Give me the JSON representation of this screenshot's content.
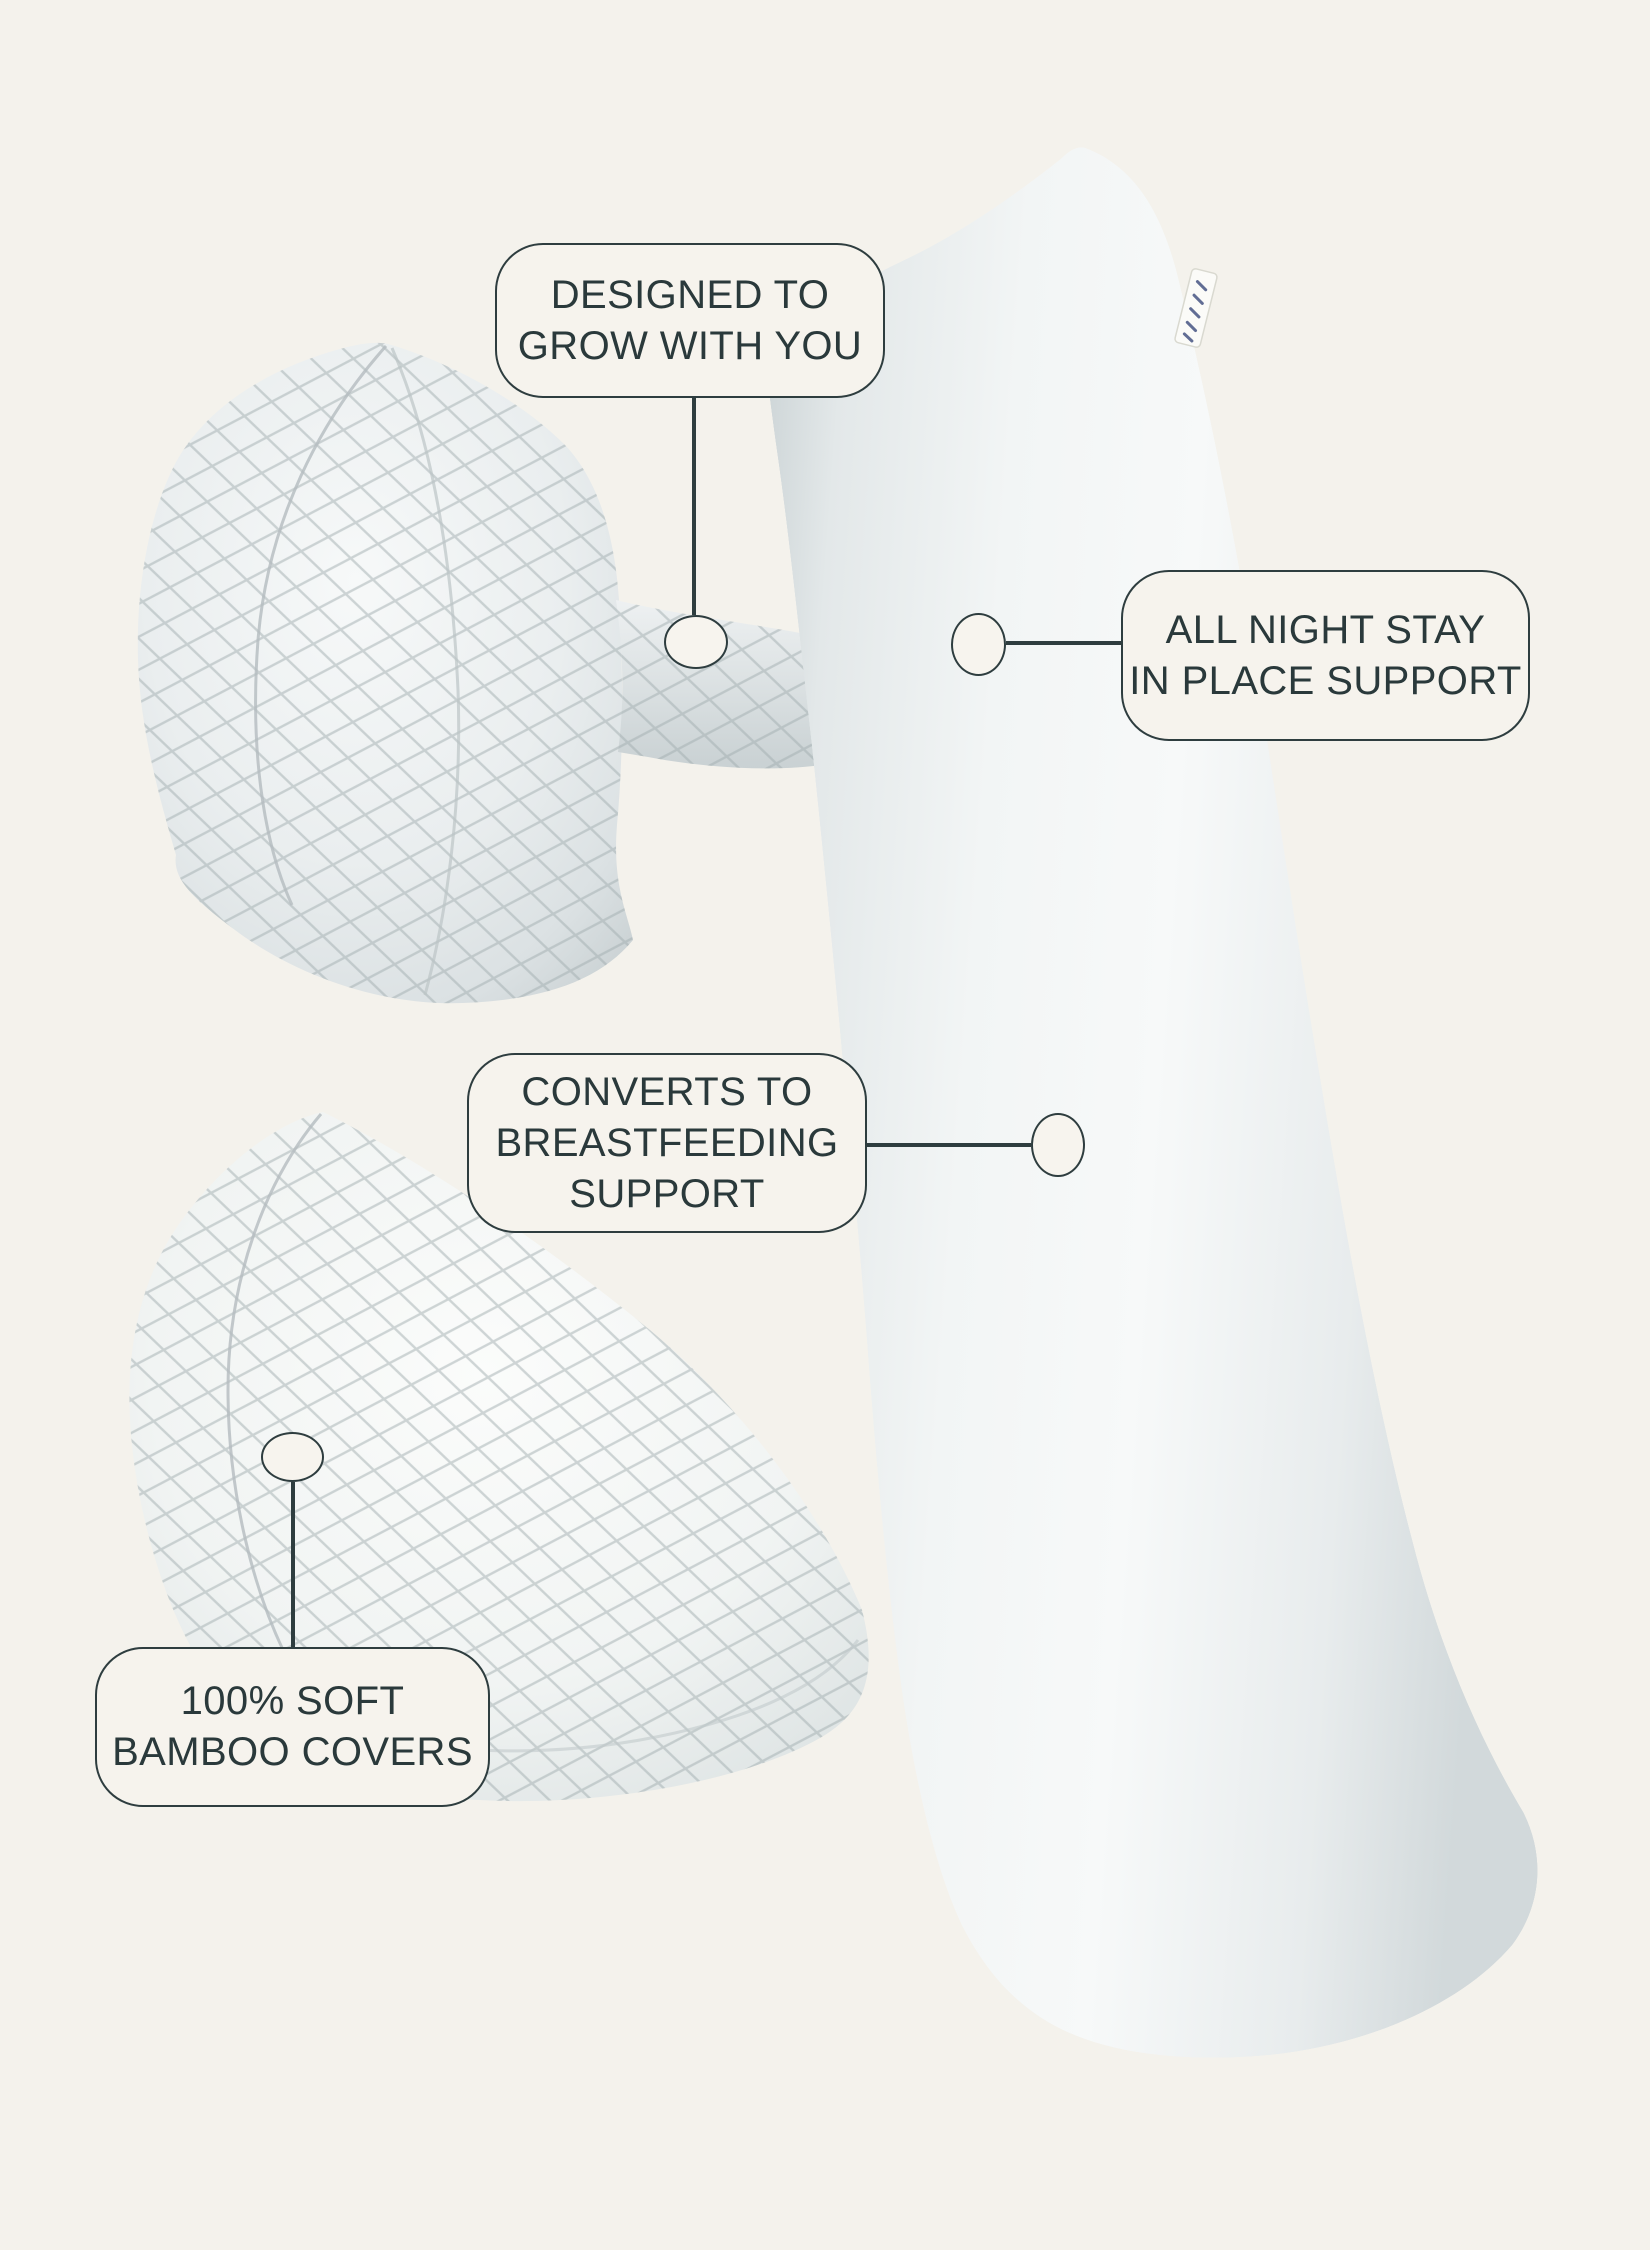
{
  "colors": {
    "bg": "#f4f2ec",
    "accent": "#2e3d3f",
    "ink": "#2a393b",
    "box-bg": "#f6f3ed",
    "dot-bg": "#f7f4ee",
    "pillow-light": "#f8fafa",
    "pillow-shadow": "#c3cbcd"
  },
  "callouts": [
    {
      "id": "designed",
      "label": "DESIGNED TO\nGROW WITH YOU"
    },
    {
      "id": "all-night",
      "label": "ALL NIGHT STAY\nIN PLACE SUPPORT"
    },
    {
      "id": "converts",
      "label": "CONVERTS TO\nBREASTFEEDING\nSUPPORT"
    },
    {
      "id": "bamboo",
      "label": "100% SOFT\nBAMBOO COVERS"
    }
  ]
}
